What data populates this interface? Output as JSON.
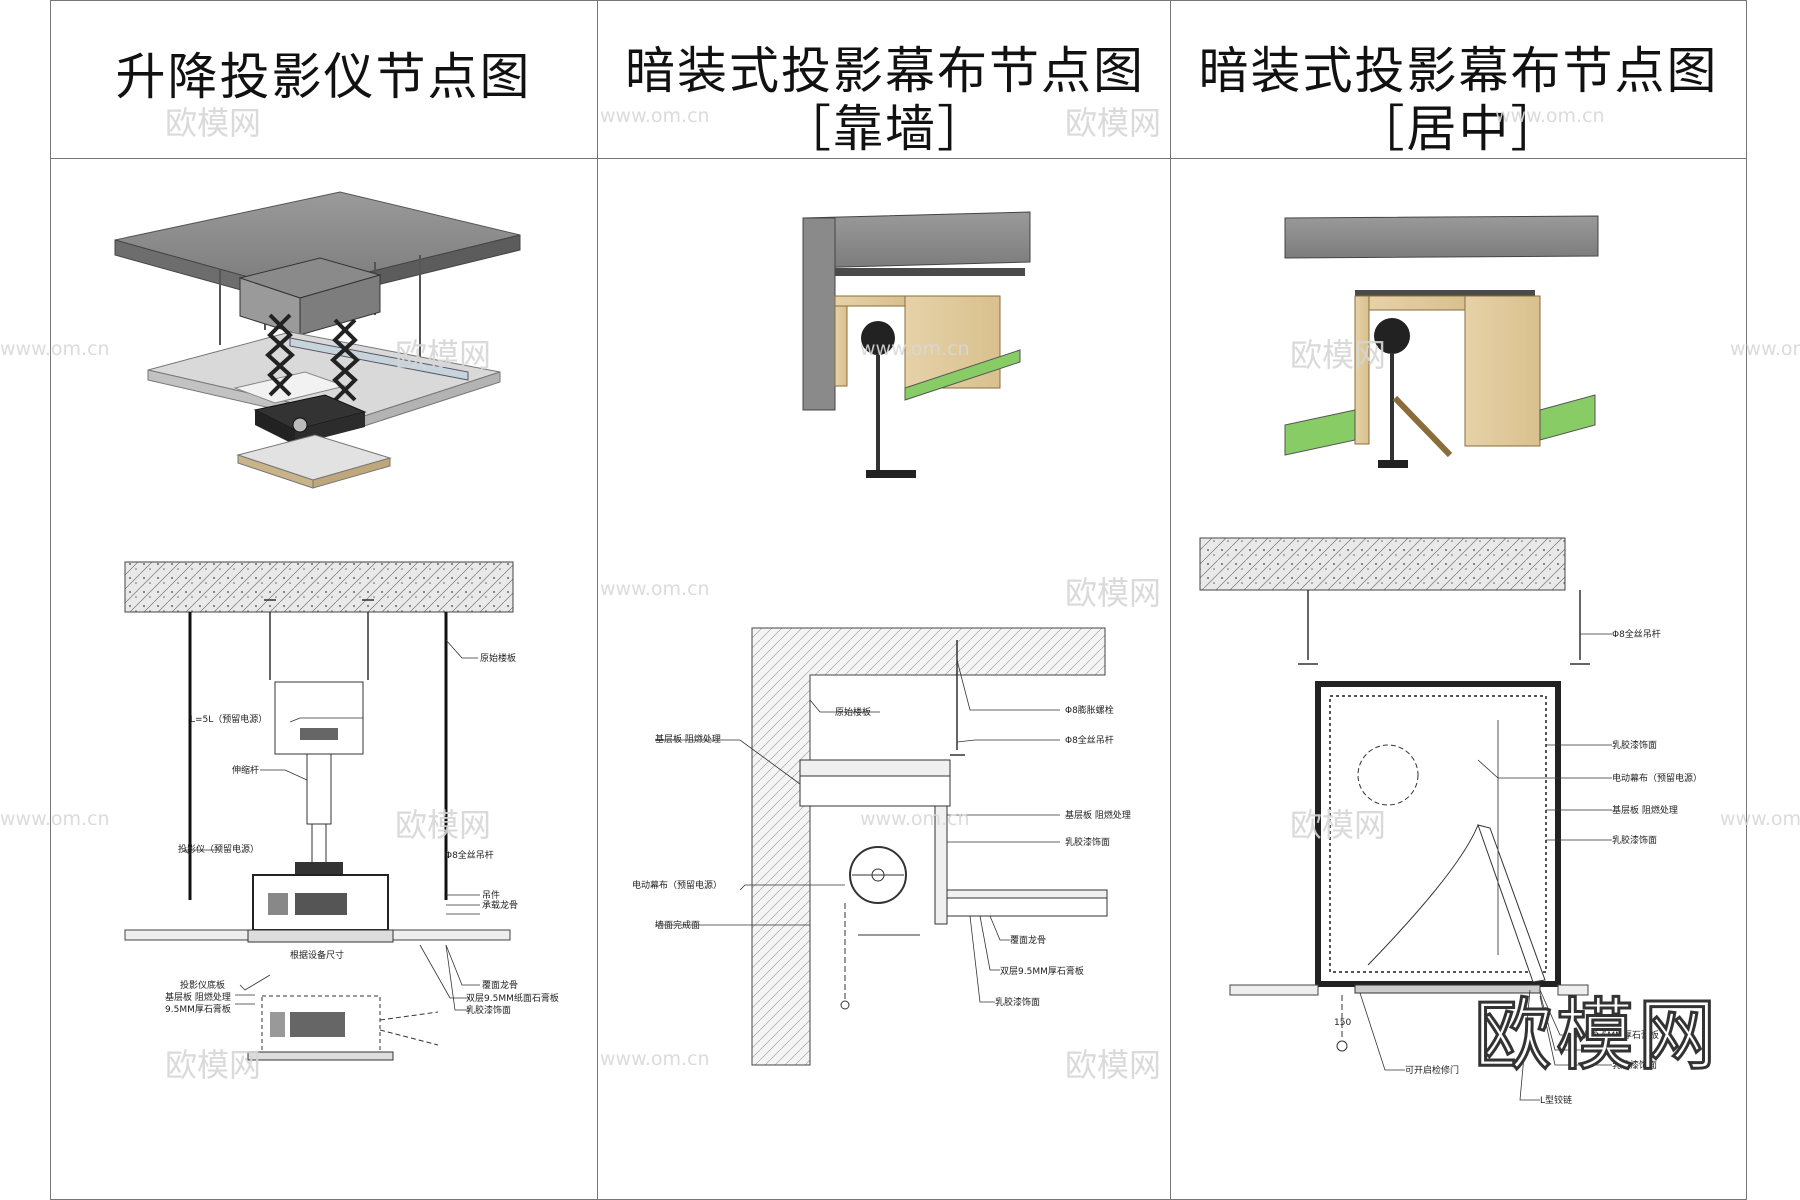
{
  "panels": [
    {
      "title": "升降投影仪节点图",
      "subtitle": ""
    },
    {
      "title": "暗装式投影幕布节点图",
      "subtitle": "［靠墙］"
    },
    {
      "title": "暗装式投影幕布节点图",
      "subtitle": "［居中］"
    }
  ],
  "watermark": {
    "cn": "欧模网",
    "url": "www.om.cn"
  },
  "brand": "欧模网",
  "labels_a": {
    "slab": "原始楼板",
    "box": "L=5L（预留电源）",
    "rod": "伸缩杆",
    "projector": "投影仪（预留电源）",
    "hanger": "Φ8全丝吊杆",
    "lift_size": "根据设备尺寸",
    "hook": "吊件",
    "load": "承载龙骨",
    "base": "投影仪底板",
    "base2": "基层板 阻燃处理",
    "gypsum": "9.5MM厚石膏板",
    "keel": "覆面龙骨",
    "double": "双层9.5MM纸面石膏板",
    "paint": "乳胶漆饰面"
  },
  "labels_b": {
    "slab": "原始楼板",
    "bolt": "Φ8膨胀螺栓",
    "rod": "Φ8全丝吊杆",
    "base": "基层板 阻燃处理",
    "base2": "基层板 阻燃处理",
    "paint1": "乳胶漆饰面",
    "screen": "电动幕布（预留电源）",
    "wall": "墙面完成面",
    "keel": "覆面龙骨",
    "gypsum": "双层9.5MM厚石膏板",
    "paint2": "乳胶漆饰面"
  },
  "labels_c": {
    "rod": "Φ8全丝吊杆",
    "paint1": "乳胶漆饰面",
    "screen": "电动幕布（预留电源）",
    "base": "基层板 阻燃处理",
    "paint2": "乳胶漆饰面",
    "gypsum": "双层9.5MM厚石膏板",
    "paint3": "乳胶漆饰面",
    "door": "可开启检修门",
    "hinge": "L型铰链",
    "dim": "150"
  }
}
